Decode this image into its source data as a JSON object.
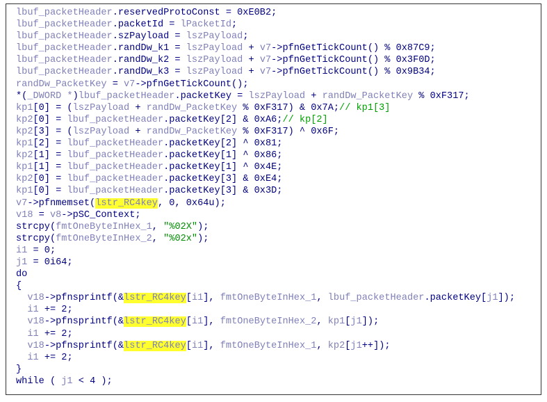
{
  "colors": {
    "variable": "#8080b8",
    "code": "#000080",
    "string": "#008c00",
    "comment": "#00a000",
    "highlight": "#ffff30"
  },
  "lines": [
    [
      [
        "v",
        "lbuf_packetHeader"
      ],
      [
        "o",
        ".reservedProtoConst = 0xE0B2;"
      ]
    ],
    [
      [
        "v",
        "lbuf_packetHeader"
      ],
      [
        "o",
        ".packetId = "
      ],
      [
        "v",
        "lPacketId"
      ],
      [
        "o",
        ";"
      ]
    ],
    [
      [
        "v",
        "lbuf_packetHeader"
      ],
      [
        "o",
        ".szPayload = "
      ],
      [
        "v",
        "lszPayload"
      ],
      [
        "o",
        ";"
      ]
    ],
    [
      [
        "v",
        "lbuf_packetHeader"
      ],
      [
        "o",
        ".randDw_k1 = "
      ],
      [
        "v",
        "lszPayload"
      ],
      [
        "o",
        " + "
      ],
      [
        "v",
        "v7"
      ],
      [
        "o",
        "->pfnGetTickCount() % 0x87C9;"
      ]
    ],
    [
      [
        "v",
        "lbuf_packetHeader"
      ],
      [
        "o",
        ".randDw_k2 = "
      ],
      [
        "v",
        "lszPayload"
      ],
      [
        "o",
        " + "
      ],
      [
        "v",
        "v7"
      ],
      [
        "o",
        "->pfnGetTickCount() % 0x3F0D;"
      ]
    ],
    [
      [
        "v",
        "lbuf_packetHeader"
      ],
      [
        "o",
        ".randDw_k3 = "
      ],
      [
        "v",
        "lszPayload"
      ],
      [
        "o",
        " + "
      ],
      [
        "v",
        "v7"
      ],
      [
        "o",
        "->pfnGetTickCount() % 0x9B34;"
      ]
    ],
    [
      [
        "v",
        "randDw_PacketKey"
      ],
      [
        "o",
        " = "
      ],
      [
        "v",
        "v7"
      ],
      [
        "o",
        "->pfnGetTickCount();"
      ]
    ],
    [
      [
        "o",
        "*("
      ],
      [
        "v",
        "_DWORD *"
      ],
      [
        "o",
        ")"
      ],
      [
        "v",
        "lbuf_packetHeader"
      ],
      [
        "o",
        ".packetKey = "
      ],
      [
        "v",
        "lszPayload"
      ],
      [
        "o",
        " + "
      ],
      [
        "v",
        "randDw_PacketKey"
      ],
      [
        "o",
        " % 0xF317;"
      ]
    ],
    [
      [
        "v",
        "kp1"
      ],
      [
        "o",
        "[0] = ("
      ],
      [
        "v",
        "lszPayload"
      ],
      [
        "o",
        " + "
      ],
      [
        "v",
        "randDw_PacketKey"
      ],
      [
        "o",
        " % 0xF317) & 0x7A;"
      ],
      [
        "c",
        "// kp1[3]"
      ]
    ],
    [
      [
        "v",
        "kp2"
      ],
      [
        "o",
        "[0] = "
      ],
      [
        "v",
        "lbuf_packetHeader"
      ],
      [
        "o",
        ".packetKey[2] & 0xA6;"
      ],
      [
        "c",
        "// kp[2]"
      ]
    ],
    [
      [
        "v",
        "kp2"
      ],
      [
        "o",
        "[3] = ("
      ],
      [
        "v",
        "lszPayload"
      ],
      [
        "o",
        " + "
      ],
      [
        "v",
        "randDw_PacketKey"
      ],
      [
        "o",
        " % 0xF317) ^ 0x6F;"
      ]
    ],
    [
      [
        "v",
        "kp1"
      ],
      [
        "o",
        "[2] = "
      ],
      [
        "v",
        "lbuf_packetHeader"
      ],
      [
        "o",
        ".packetKey[2] ^ 0x81;"
      ]
    ],
    [
      [
        "v",
        "kp2"
      ],
      [
        "o",
        "[1] = "
      ],
      [
        "v",
        "lbuf_packetHeader"
      ],
      [
        "o",
        ".packetKey[1] ^ 0x86;"
      ]
    ],
    [
      [
        "v",
        "kp1"
      ],
      [
        "o",
        "[1] = "
      ],
      [
        "v",
        "lbuf_packetHeader"
      ],
      [
        "o",
        ".packetKey[1] ^ 0x4E;"
      ]
    ],
    [
      [
        "v",
        "kp2"
      ],
      [
        "o",
        "[0] = "
      ],
      [
        "v",
        "lbuf_packetHeader"
      ],
      [
        "o",
        ".packetKey[3] & 0xE4;"
      ]
    ],
    [
      [
        "v",
        "kp1"
      ],
      [
        "o",
        "[0] = "
      ],
      [
        "v",
        "lbuf_packetHeader"
      ],
      [
        "o",
        ".packetKey[3] & 0x3D;"
      ]
    ],
    [
      [
        "v",
        "v7"
      ],
      [
        "o",
        "->pfnmemset("
      ],
      [
        "h",
        "lstr_RC4key"
      ],
      [
        "o",
        ", 0, 0x64u);"
      ]
    ],
    [
      [
        "v",
        "v18"
      ],
      [
        "o",
        " = "
      ],
      [
        "v",
        "v8"
      ],
      [
        "o",
        "->pSC_Context;"
      ]
    ],
    [
      [
        "o",
        "strcpy("
      ],
      [
        "v",
        "fmtOneByteInHex_1"
      ],
      [
        "o",
        ", "
      ],
      [
        "s",
        "\"%02X\""
      ],
      [
        "o",
        ");"
      ]
    ],
    [
      [
        "o",
        "strcpy("
      ],
      [
        "v",
        "fmtOneByteInHex_2"
      ],
      [
        "o",
        ", "
      ],
      [
        "s",
        "\"%02x\""
      ],
      [
        "o",
        ");"
      ]
    ],
    [
      [
        "v",
        "i1"
      ],
      [
        "o",
        " = 0;"
      ]
    ],
    [
      [
        "v",
        "j1"
      ],
      [
        "o",
        " = 0i64;"
      ]
    ],
    [
      [
        "o",
        "do"
      ]
    ],
    [
      [
        "o",
        "{"
      ]
    ],
    [
      [
        "o",
        "  "
      ],
      [
        "v",
        "v18"
      ],
      [
        "o",
        "->pfnsprintf(&"
      ],
      [
        "h",
        "lstr_RC4key"
      ],
      [
        "o",
        "["
      ],
      [
        "v",
        "i1"
      ],
      [
        "o",
        "], "
      ],
      [
        "v",
        "fmtOneByteInHex_1"
      ],
      [
        "o",
        ", "
      ],
      [
        "v",
        "lbuf_packetHeader"
      ],
      [
        "o",
        ".packetKey["
      ],
      [
        "v",
        "j1"
      ],
      [
        "o",
        "]);"
      ]
    ],
    [
      [
        "o",
        "  "
      ],
      [
        "v",
        "i1"
      ],
      [
        "o",
        " += 2;"
      ]
    ],
    [
      [
        "o",
        "  "
      ],
      [
        "v",
        "v18"
      ],
      [
        "o",
        "->pfnsprintf(&"
      ],
      [
        "h",
        "lstr_RC4key"
      ],
      [
        "o",
        "["
      ],
      [
        "v",
        "i1"
      ],
      [
        "o",
        "], "
      ],
      [
        "v",
        "fmtOneByteInHex_2"
      ],
      [
        "o",
        ", "
      ],
      [
        "v",
        "kp1"
      ],
      [
        "o",
        "["
      ],
      [
        "v",
        "j1"
      ],
      [
        "o",
        "]);"
      ]
    ],
    [
      [
        "o",
        "  "
      ],
      [
        "v",
        "i1"
      ],
      [
        "o",
        " += 2;"
      ]
    ],
    [
      [
        "o",
        "  "
      ],
      [
        "v",
        "v18"
      ],
      [
        "o",
        "->pfnsprintf(&"
      ],
      [
        "h",
        "lstr_RC4key"
      ],
      [
        "o",
        "["
      ],
      [
        "v",
        "i1"
      ],
      [
        "o",
        "], "
      ],
      [
        "v",
        "fmtOneByteInHex_1"
      ],
      [
        "o",
        ", "
      ],
      [
        "v",
        "kp2"
      ],
      [
        "o",
        "["
      ],
      [
        "v",
        "j1"
      ],
      [
        "o",
        "++]);"
      ]
    ],
    [
      [
        "o",
        "  "
      ],
      [
        "v",
        "i1"
      ],
      [
        "o",
        " += 2;"
      ]
    ],
    [
      [
        "o",
        "}"
      ]
    ],
    [
      [
        "o",
        "while ( "
      ],
      [
        "v",
        "j1"
      ],
      [
        "o",
        " < 4 );"
      ]
    ]
  ]
}
